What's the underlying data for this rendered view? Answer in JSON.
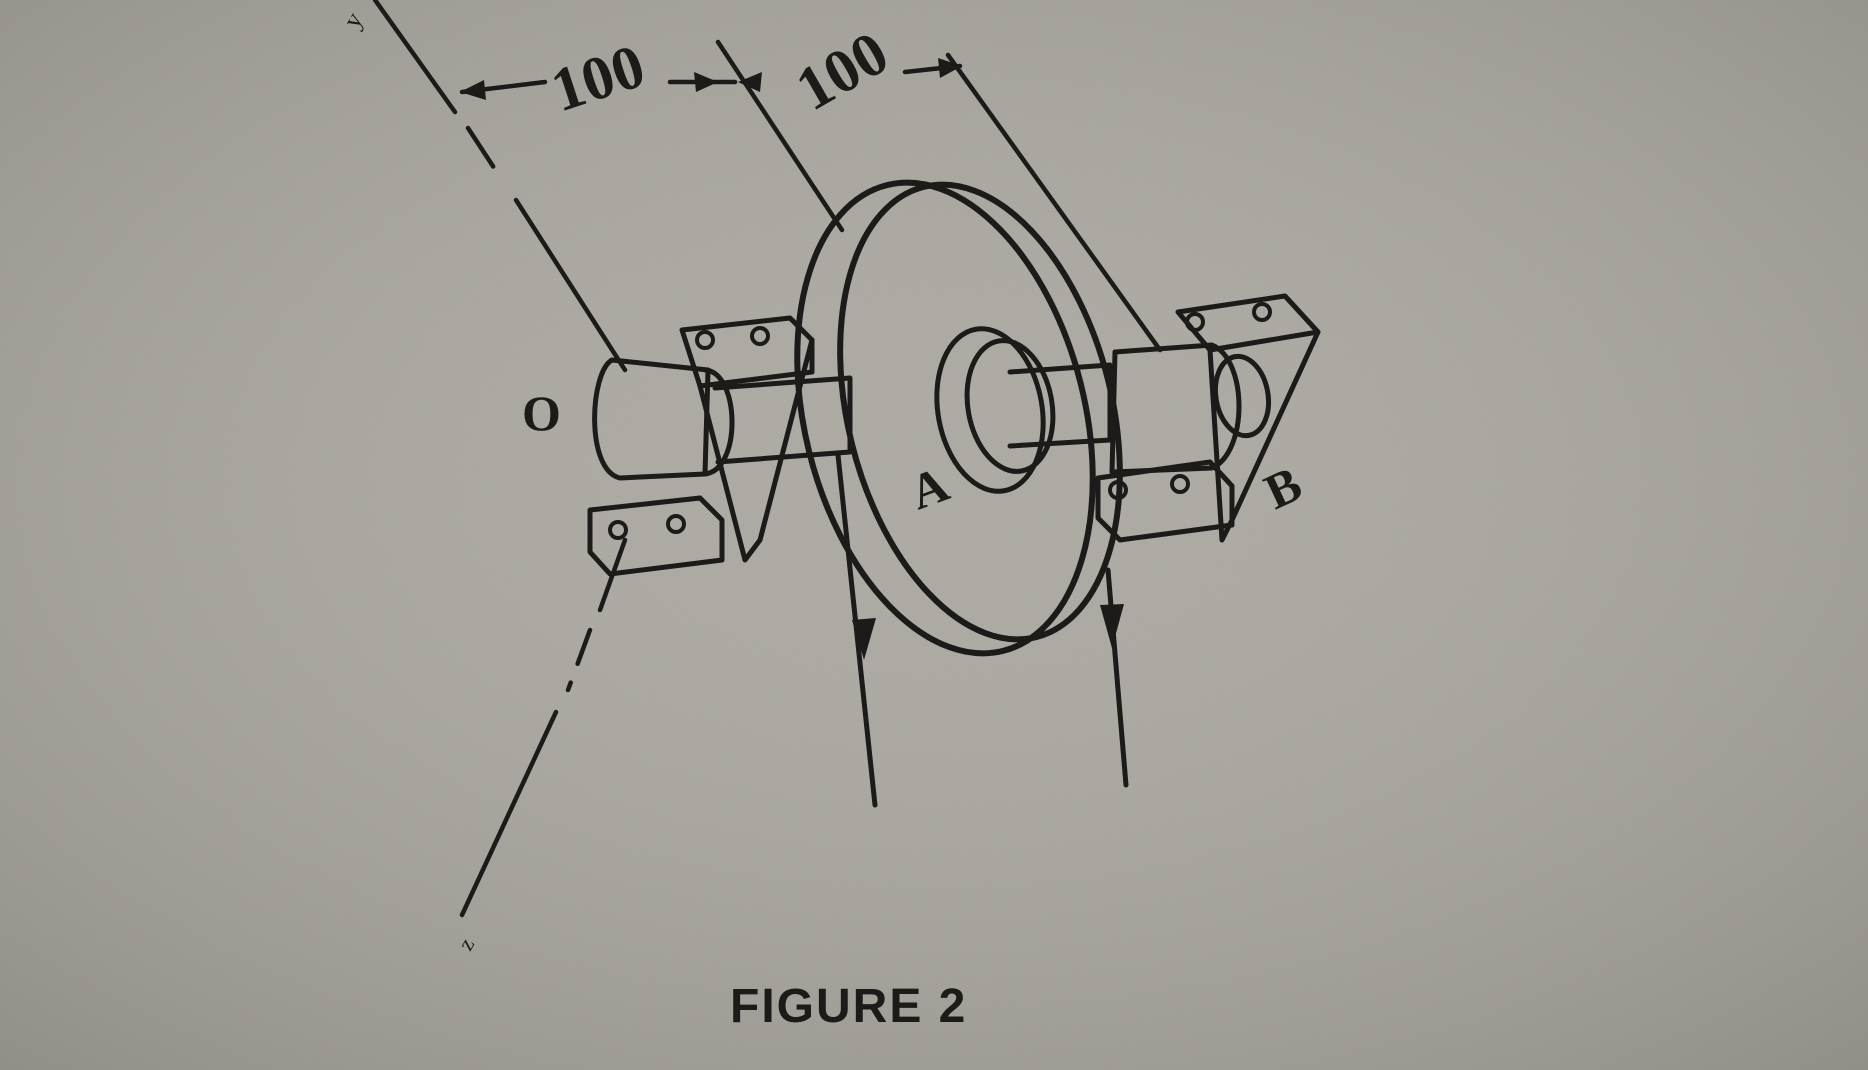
{
  "figure": {
    "caption": "FIGURE 2",
    "dimensions": [
      "100",
      "100"
    ],
    "points": {
      "O": "O",
      "A": "A",
      "B": "B"
    },
    "axes": {
      "y": "y",
      "z": "z"
    }
  }
}
